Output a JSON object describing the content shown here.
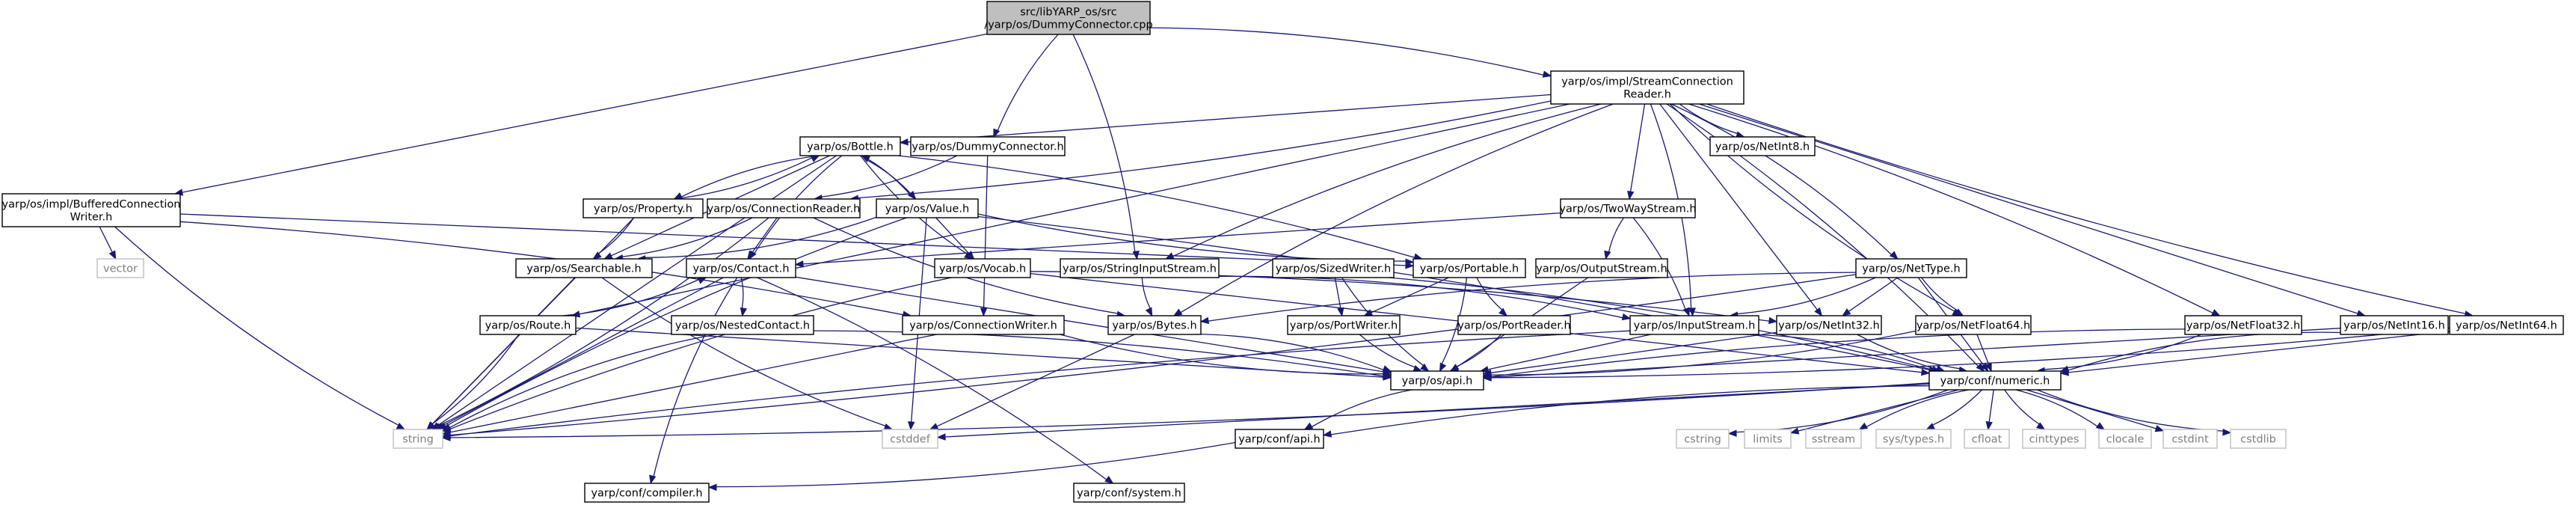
{
  "graph": {
    "nodes": [
      {
        "id": "root",
        "kind": "root",
        "label": [
          "src/libYARP_os/src",
          "/yarp/os/DummyConnector.cpp"
        ]
      },
      {
        "id": "scr",
        "kind": "header",
        "label": [
          "yarp/os/impl/StreamConnection",
          "Reader.h"
        ]
      },
      {
        "id": "bcw",
        "kind": "header",
        "label": [
          "yarp/os/impl/BufferedConnection",
          "Writer.h"
        ]
      },
      {
        "id": "bottle",
        "kind": "header",
        "label": [
          "yarp/os/Bottle.h"
        ]
      },
      {
        "id": "dummy",
        "kind": "header",
        "label": [
          "yarp/os/DummyConnector.h"
        ]
      },
      {
        "id": "netint8",
        "kind": "header",
        "label": [
          "yarp/os/NetInt8.h"
        ]
      },
      {
        "id": "property",
        "kind": "header",
        "label": [
          "yarp/os/Property.h"
        ]
      },
      {
        "id": "connreader",
        "kind": "header",
        "label": [
          "yarp/os/ConnectionReader.h"
        ]
      },
      {
        "id": "value",
        "kind": "header",
        "label": [
          "yarp/os/Value.h"
        ]
      },
      {
        "id": "twoway",
        "kind": "header",
        "label": [
          "yarp/os/TwoWayStream.h"
        ]
      },
      {
        "id": "vector",
        "kind": "system",
        "label": [
          "vector"
        ]
      },
      {
        "id": "searchable",
        "kind": "header",
        "label": [
          "yarp/os/Searchable.h"
        ]
      },
      {
        "id": "contact",
        "kind": "header",
        "label": [
          "yarp/os/Contact.h"
        ]
      },
      {
        "id": "vocab",
        "kind": "header",
        "label": [
          "yarp/os/Vocab.h"
        ]
      },
      {
        "id": "sis",
        "kind": "header",
        "label": [
          "yarp/os/StringInputStream.h"
        ]
      },
      {
        "id": "sizedwriter",
        "kind": "header",
        "label": [
          "yarp/os/SizedWriter.h"
        ]
      },
      {
        "id": "portable",
        "kind": "header",
        "label": [
          "yarp/os/Portable.h"
        ]
      },
      {
        "id": "outputstream",
        "kind": "header",
        "label": [
          "yarp/os/OutputStream.h"
        ]
      },
      {
        "id": "nettype",
        "kind": "header",
        "label": [
          "yarp/os/NetType.h"
        ]
      },
      {
        "id": "route",
        "kind": "header",
        "label": [
          "yarp/os/Route.h"
        ]
      },
      {
        "id": "nestedcontact",
        "kind": "header",
        "label": [
          "yarp/os/NestedContact.h"
        ]
      },
      {
        "id": "connwriter",
        "kind": "header",
        "label": [
          "yarp/os/ConnectionWriter.h"
        ]
      },
      {
        "id": "bytes",
        "kind": "header",
        "label": [
          "yarp/os/Bytes.h"
        ]
      },
      {
        "id": "portwriter",
        "kind": "header",
        "label": [
          "yarp/os/PortWriter.h"
        ]
      },
      {
        "id": "portreader",
        "kind": "header",
        "label": [
          "yarp/os/PortReader.h"
        ]
      },
      {
        "id": "inputstream",
        "kind": "header",
        "label": [
          "yarp/os/InputStream.h"
        ]
      },
      {
        "id": "netint32",
        "kind": "header",
        "label": [
          "yarp/os/NetInt32.h"
        ]
      },
      {
        "id": "netfloat64",
        "kind": "header",
        "label": [
          "yarp/os/NetFloat64.h"
        ]
      },
      {
        "id": "netfloat32",
        "kind": "header",
        "label": [
          "yarp/os/NetFloat32.h"
        ]
      },
      {
        "id": "netint16",
        "kind": "header",
        "label": [
          "yarp/os/NetInt16.h"
        ]
      },
      {
        "id": "netint64",
        "kind": "header",
        "label": [
          "yarp/os/NetInt64.h"
        ]
      },
      {
        "id": "api",
        "kind": "header",
        "label": [
          "yarp/os/api.h"
        ]
      },
      {
        "id": "numeric",
        "kind": "header",
        "label": [
          "yarp/conf/numeric.h"
        ]
      },
      {
        "id": "string",
        "kind": "system",
        "label": [
          "string"
        ]
      },
      {
        "id": "cstddef",
        "kind": "system",
        "label": [
          "cstddef"
        ]
      },
      {
        "id": "confapi",
        "kind": "header",
        "label": [
          "yarp/conf/api.h"
        ]
      },
      {
        "id": "cstring",
        "kind": "system",
        "label": [
          "cstring"
        ]
      },
      {
        "id": "limits",
        "kind": "system",
        "label": [
          "limits"
        ]
      },
      {
        "id": "sstream",
        "kind": "system",
        "label": [
          "sstream"
        ]
      },
      {
        "id": "systypes",
        "kind": "system",
        "label": [
          "sys/types.h"
        ]
      },
      {
        "id": "cfloat",
        "kind": "system",
        "label": [
          "cfloat"
        ]
      },
      {
        "id": "cinttypes",
        "kind": "system",
        "label": [
          "cinttypes"
        ]
      },
      {
        "id": "clocale",
        "kind": "system",
        "label": [
          "clocale"
        ]
      },
      {
        "id": "cstdint",
        "kind": "system",
        "label": [
          "cstdint"
        ]
      },
      {
        "id": "cstdlib",
        "kind": "system",
        "label": [
          "cstdlib"
        ]
      },
      {
        "id": "compiler",
        "kind": "header",
        "label": [
          "yarp/conf/compiler.h"
        ]
      },
      {
        "id": "system",
        "kind": "header",
        "label": [
          "yarp/conf/system.h"
        ]
      }
    ],
    "edges": [
      [
        "root",
        "scr"
      ],
      [
        "root",
        "bcw"
      ],
      [
        "root",
        "dummy"
      ],
      [
        "root",
        "sis"
      ],
      [
        "scr",
        "bottle"
      ],
      [
        "scr",
        "netint8"
      ],
      [
        "scr",
        "connreader"
      ],
      [
        "scr",
        "twoway"
      ],
      [
        "scr",
        "sis"
      ],
      [
        "scr",
        "nettype"
      ],
      [
        "scr",
        "route"
      ],
      [
        "scr",
        "bytes"
      ],
      [
        "scr",
        "inputstream"
      ],
      [
        "scr",
        "netint32"
      ],
      [
        "scr",
        "netfloat64"
      ],
      [
        "scr",
        "netfloat32"
      ],
      [
        "scr",
        "netint16"
      ],
      [
        "scr",
        "netint64"
      ],
      [
        "scr",
        "numeric"
      ],
      [
        "bcw",
        "vector"
      ],
      [
        "bcw",
        "string"
      ],
      [
        "bcw",
        "connwriter"
      ],
      [
        "bcw",
        "portable"
      ],
      [
        "bottle",
        "property"
      ],
      [
        "bottle",
        "value"
      ],
      [
        "bottle",
        "searchable"
      ],
      [
        "bottle",
        "vocab"
      ],
      [
        "bottle",
        "portable"
      ],
      [
        "bottle",
        "string"
      ],
      [
        "bottle",
        "contact"
      ],
      [
        "dummy",
        "connreader"
      ],
      [
        "dummy",
        "connwriter"
      ],
      [
        "property",
        "bottle"
      ],
      [
        "property",
        "searchable"
      ],
      [
        "property",
        "string"
      ],
      [
        "value",
        "bottle"
      ],
      [
        "value",
        "searchable"
      ],
      [
        "value",
        "vocab"
      ],
      [
        "value",
        "portable"
      ],
      [
        "value",
        "numeric"
      ],
      [
        "value",
        "cstddef"
      ],
      [
        "value",
        "string"
      ],
      [
        "connreader",
        "searchable"
      ],
      [
        "connreader",
        "contact"
      ],
      [
        "connreader",
        "bytes"
      ],
      [
        "connreader",
        "string"
      ],
      [
        "twoway",
        "contact"
      ],
      [
        "twoway",
        "outputstream"
      ],
      [
        "twoway",
        "inputstream"
      ],
      [
        "searchable",
        "string"
      ],
      [
        "searchable",
        "cstddef"
      ],
      [
        "contact",
        "nestedcontact"
      ],
      [
        "contact",
        "string"
      ],
      [
        "contact",
        "compiler"
      ],
      [
        "contact",
        "system"
      ],
      [
        "contact",
        "api"
      ],
      [
        "vocab",
        "string"
      ],
      [
        "vocab",
        "netint32"
      ],
      [
        "vocab",
        "numeric"
      ],
      [
        "sis",
        "bytes"
      ],
      [
        "sis",
        "inputstream"
      ],
      [
        "sizedwriter",
        "portwriter"
      ],
      [
        "sizedwriter",
        "api"
      ],
      [
        "sizedwriter",
        "numeric"
      ],
      [
        "portable",
        "portwriter"
      ],
      [
        "portable",
        "portreader"
      ],
      [
        "portable",
        "api"
      ],
      [
        "outputstream",
        "api"
      ],
      [
        "nettype",
        "bytes"
      ],
      [
        "nettype",
        "inputstream"
      ],
      [
        "nettype",
        "netint32"
      ],
      [
        "nettype",
        "netfloat64"
      ],
      [
        "nettype",
        "string"
      ],
      [
        "nettype",
        "numeric"
      ],
      [
        "route",
        "contact"
      ],
      [
        "route",
        "string"
      ],
      [
        "route",
        "api"
      ],
      [
        "nestedcontact",
        "string"
      ],
      [
        "nestedcontact",
        "api"
      ],
      [
        "connwriter",
        "string"
      ],
      [
        "connwriter",
        "api"
      ],
      [
        "bytes",
        "api"
      ],
      [
        "bytes",
        "cstddef"
      ],
      [
        "portwriter",
        "api"
      ],
      [
        "portreader",
        "api"
      ],
      [
        "inputstream",
        "api"
      ],
      [
        "inputstream",
        "string"
      ],
      [
        "inputstream",
        "numeric"
      ],
      [
        "netint32",
        "api"
      ],
      [
        "netint32",
        "numeric"
      ],
      [
        "netfloat64",
        "api"
      ],
      [
        "netfloat64",
        "numeric"
      ],
      [
        "netfloat32",
        "api"
      ],
      [
        "netfloat32",
        "numeric"
      ],
      [
        "netint16",
        "api"
      ],
      [
        "netint16",
        "numeric"
      ],
      [
        "netint64",
        "api"
      ],
      [
        "netint64",
        "numeric"
      ],
      [
        "api",
        "confapi"
      ],
      [
        "numeric",
        "string"
      ],
      [
        "numeric",
        "cstddef"
      ],
      [
        "numeric",
        "confapi"
      ],
      [
        "numeric",
        "cstring"
      ],
      [
        "numeric",
        "limits"
      ],
      [
        "numeric",
        "sstream"
      ],
      [
        "numeric",
        "systypes"
      ],
      [
        "numeric",
        "cfloat"
      ],
      [
        "numeric",
        "cinttypes"
      ],
      [
        "numeric",
        "clocale"
      ],
      [
        "numeric",
        "cstdint"
      ],
      [
        "numeric",
        "cstdlib"
      ],
      [
        "confapi",
        "compiler"
      ]
    ]
  }
}
